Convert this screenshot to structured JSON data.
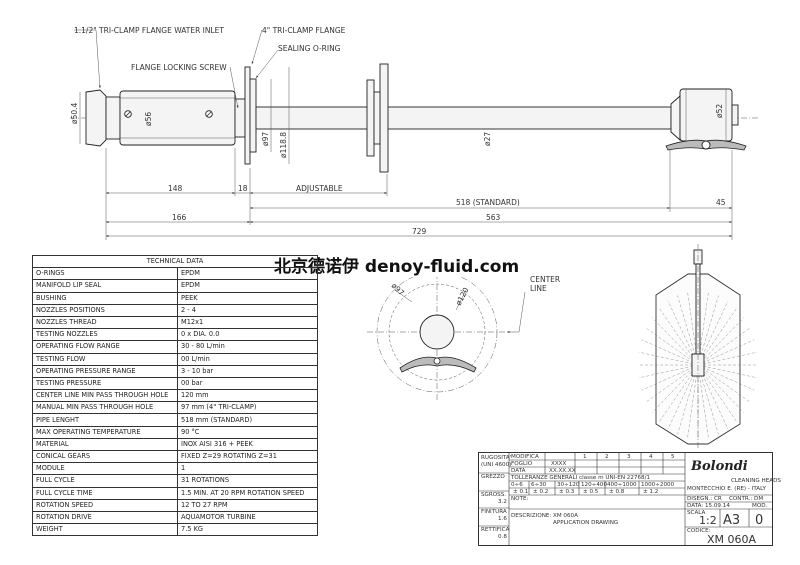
{
  "callouts": {
    "water_inlet": "1.1/2\" TRI-CLAMP FLANGE WATER INLET",
    "flange_4in": "4\" TRI-CLAMP FLANGE",
    "sealing_oring": "SEALING O-RING",
    "flange_locking_screw": "FLANGE LOCKING SCREW",
    "center_line": "CENTER\nLINE"
  },
  "dimensions": {
    "d50_4": "ø50.4",
    "d56": "ø56",
    "d97": "ø97",
    "d118_8": "ø118.8",
    "d27": "ø27",
    "d52": "ø52",
    "d97_circle": "ø97",
    "d120_circle": "ø120",
    "len_148": "148",
    "len_18": "18",
    "len_adjustable": "ADJUSTABLE",
    "len_518": "518 (STANDARD)",
    "len_45": "45",
    "len_166": "166",
    "len_563": "563",
    "len_729": "729"
  },
  "watermark": "北京德诺伊 denoy-fluid.com",
  "technical_data": {
    "title": "TECHNICAL DATA",
    "rows": [
      {
        "k": "O-RINGS",
        "v": "EPDM"
      },
      {
        "k": "MANIFOLD LIP SEAL",
        "v": "EPDM"
      },
      {
        "k": "BUSHING",
        "v": "PEEK"
      },
      {
        "k": "NOZZLES POSITIONS",
        "v": "2 - 4"
      },
      {
        "k": "NOZZLES THREAD",
        "v": "M12x1"
      },
      {
        "k": "TESTING NOZZLES",
        "v": "0 x DIA. 0.0"
      },
      {
        "k": "OPERATING FLOW RANGE",
        "v": "30 - 80 L/min"
      },
      {
        "k": "TESTING FLOW",
        "v": "00 L/min"
      },
      {
        "k": "OPERATING PRESSURE RANGE",
        "v": "3 - 10 bar"
      },
      {
        "k": "TESTING PRESSURE",
        "v": "00 bar"
      },
      {
        "k": "CENTER LINE MIN PASS THROUGH HOLE",
        "v": "120 mm"
      },
      {
        "k": "MANUAL MIN PASS THROUGH HOLE",
        "v": "97 mm (4\" TRI-CLAMP)"
      },
      {
        "k": "PIPE LENGHT",
        "v": "518 mm (STANDARD)"
      },
      {
        "k": "MAX OPERATING TEMPERATURE",
        "v": "90 °C"
      },
      {
        "k": "MATERIAL",
        "v": "INOX AISI 316 + PEEK"
      },
      {
        "k": "CONICAL GEARS",
        "v": "FIXED Z=29 ROTATING Z=31"
      },
      {
        "k": "MODULE",
        "v": "1"
      },
      {
        "k": "FULL CYCLE",
        "v": "31 ROTATIONS"
      },
      {
        "k": "FULL CYCLE TIME",
        "v": "1.5 MIN. AT 20 RPM ROTATION SPEED"
      },
      {
        "k": "ROTATION SPEED",
        "v": "12 TO 27 RPM"
      },
      {
        "k": "ROTATION DRIVE",
        "v": "AQUAMOTOR TURBINE"
      },
      {
        "k": "WEIGHT",
        "v": "7.5 KG"
      }
    ]
  },
  "title_block": {
    "rugosita": "RUGOSITA'",
    "uni": "(UNI 4600)",
    "grezzo": "GREZZO",
    "sgross": "SGROSS.",
    "sgross_val": "3.2",
    "finitura": "FINITURA",
    "finitura_val": "1.6",
    "rettifica": "RETTIFICA",
    "rettifica_val": "0.8",
    "modifica": "MODIFICA",
    "foglio": "FOGLIO",
    "data": "DATA",
    "rev_cols": [
      "1",
      "2",
      "3",
      "4",
      "5"
    ],
    "foglio_val": "XXXX",
    "data_val": "XX.XX.XX",
    "tolleranze": "TOLLERANZE GENERALI classe m UNI-EN 22768/1",
    "tol_ranges": [
      "0÷6",
      "6÷30",
      "30÷120",
      "120÷400",
      "400÷1000",
      "1000÷2000"
    ],
    "tol_values": [
      "± 0.1",
      "± 0.2",
      "± 0.3",
      "± 0.5",
      "± 0.8",
      "± 1.2"
    ],
    "note": "NOTE:",
    "descrizione_label": "DESCRIZIONE:",
    "descrizione": "XM 060A",
    "descrizione2": "APPLICATION DRAWING",
    "company": "Bolondi",
    "company_sub": "CLEANING HEADS",
    "address": "MONTECCHIO E. (RE) - ITALY",
    "disegn": "DISEGN.: CR",
    "contr": "CONTR.: DM",
    "date": "DATA: 15.09.14",
    "mod": "MOD.",
    "scala": "SCALA",
    "scale_val": "1:2",
    "format": "A3",
    "mod_val": "0",
    "codice": "CODICE:",
    "code": "XM 060A"
  }
}
